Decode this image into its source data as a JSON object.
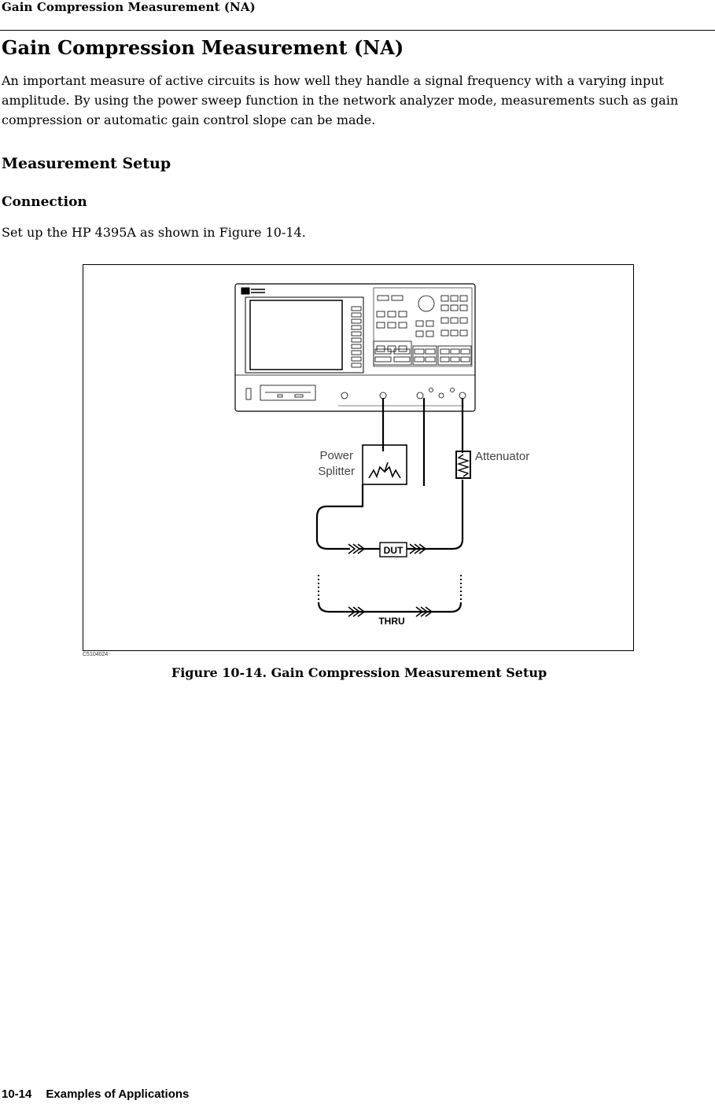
{
  "header": {
    "running_title": "Gain Compression Measurement (NA)"
  },
  "main": {
    "title": "Gain Compression Measurement (NA)",
    "intro": "An important measure of active circuits is how well they handle a signal frequency with a varying input amplitude. By using the power sweep function in the network analyzer mode, measurements such as gain compression or automatic gain control slope can be made.",
    "section_heading": "Measurement Setup",
    "subsection_heading": "Connection",
    "setup_text": "Set up the HP 4395A as shown in Figure 10-14."
  },
  "figure": {
    "labels": {
      "power_splitter_line1": "Power",
      "power_splitter_line2": "Splitter",
      "attenuator": "Attenuator",
      "dut": "DUT",
      "thru": "THRU"
    },
    "code": "C5104024",
    "caption": "Figure 10-14. Gain Compression Measurement Setup"
  },
  "footer": {
    "page_number": "10-14",
    "section": "Examples of Applications"
  }
}
